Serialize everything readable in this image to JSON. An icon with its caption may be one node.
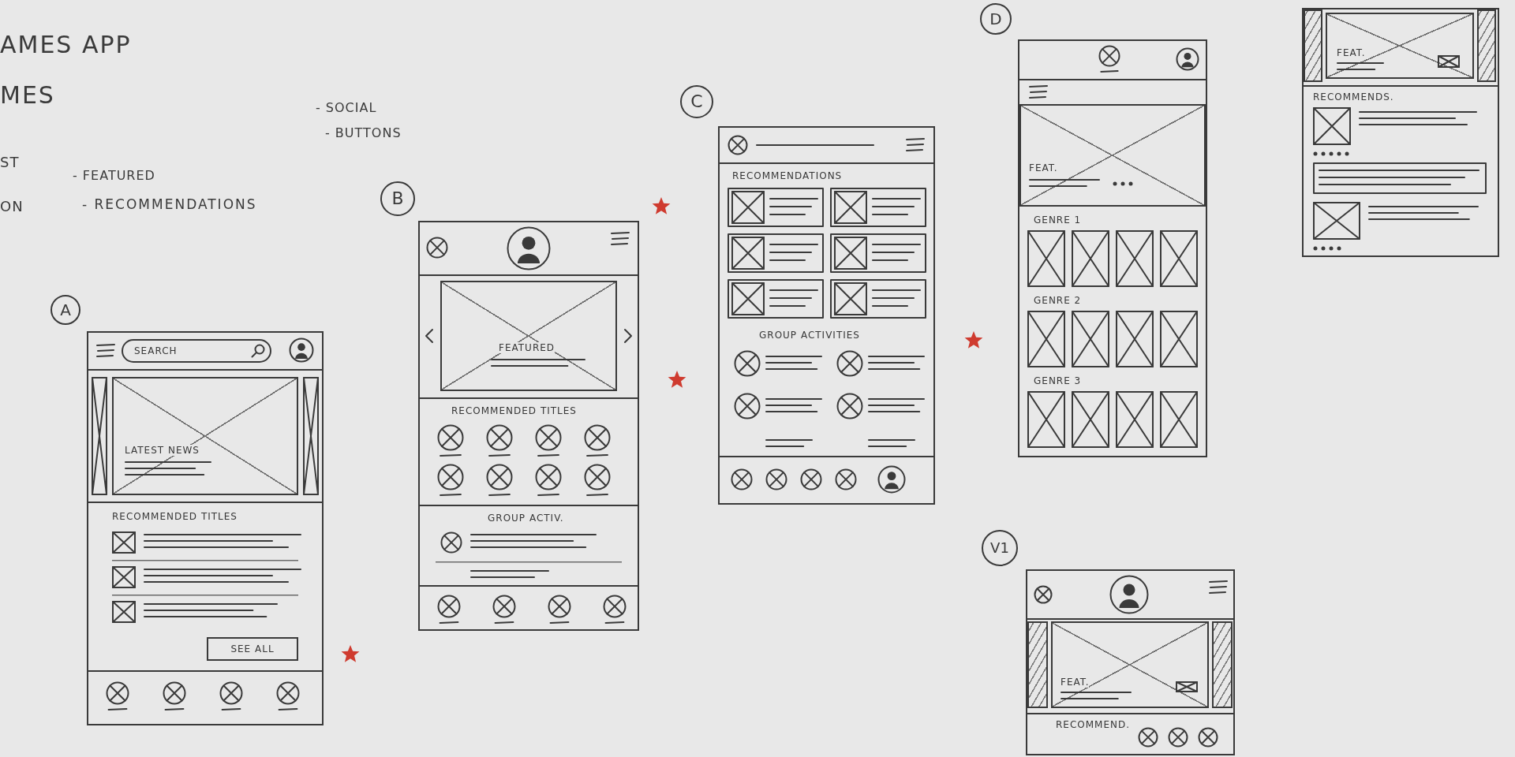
{
  "diagram": {
    "nodes": [
      {
        "text": [
          "A"
        ]
      },
      {
        "text": [
          "RECOMMENDED TITLES"
        ]
      },
      {
        "text": [
          "SEARCH"
        ],
        "in": 1
      },
      {
        "text": [
          "LATEST NEWS"
        ],
        "in": 1
      },
      {
        "text": [
          "SEE ALL"
        ],
        "in": 1
      },
      {
        "text": [
          "B"
        ]
      },
      {
        "text": [
          "RECOMMENDED TITLES",
          "GROUP ACTIV."
        ]
      },
      {
        "text": [
          "FEATURED"
        ],
        "in": 6
      },
      {
        "text": [
          "C"
        ]
      },
      {
        "text": [
          "RECOMMENDATIONS",
          "GROUP ACTIVITIES"
        ]
      },
      {
        "text": [
          "D"
        ]
      },
      {
        "text": [
          "GENRE 1",
          "GENRE 2",
          "GENRE 3"
        ]
      },
      {
        "text": [
          "FEAT."
        ],
        "in": 11
      },
      {
        "text": [
          "RECOMMENDS."
        ]
      },
      {
        "text": [
          "FEAT."
        ],
        "in": 13
      },
      {
        "text": [
          "V1"
        ]
      },
      {
        "text": [
          "RECOMMEND."
        ]
      },
      {
        "text": [
          "FEAT."
        ],
        "in": 16
      }
    ],
    "labels": [
      "AMES APP",
      "MES",
      "ST",
      "ON",
      "- FEATURED",
      "- RECOMMENDATIONS",
      "- SOCIAL",
      "- BUTTONS"
    ]
  }
}
